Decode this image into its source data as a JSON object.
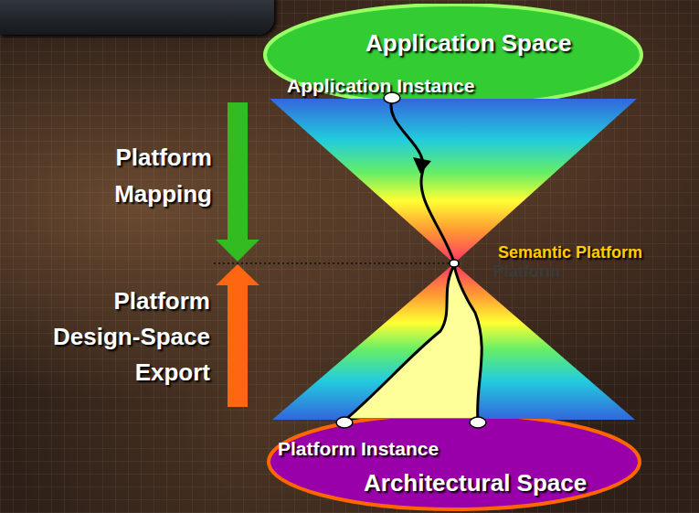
{
  "diagram": {
    "nodes": [
      {
        "text": [
          "Application Space",
          "Application Instance"
        ]
      },
      {
        "text": [
          "Platform Instance",
          "Architectural Space"
        ]
      }
    ],
    "labels": [
      "Platform Mapping",
      "Platform Design-Space Export",
      "Semantic Platform",
      "Platform"
    ]
  }
}
